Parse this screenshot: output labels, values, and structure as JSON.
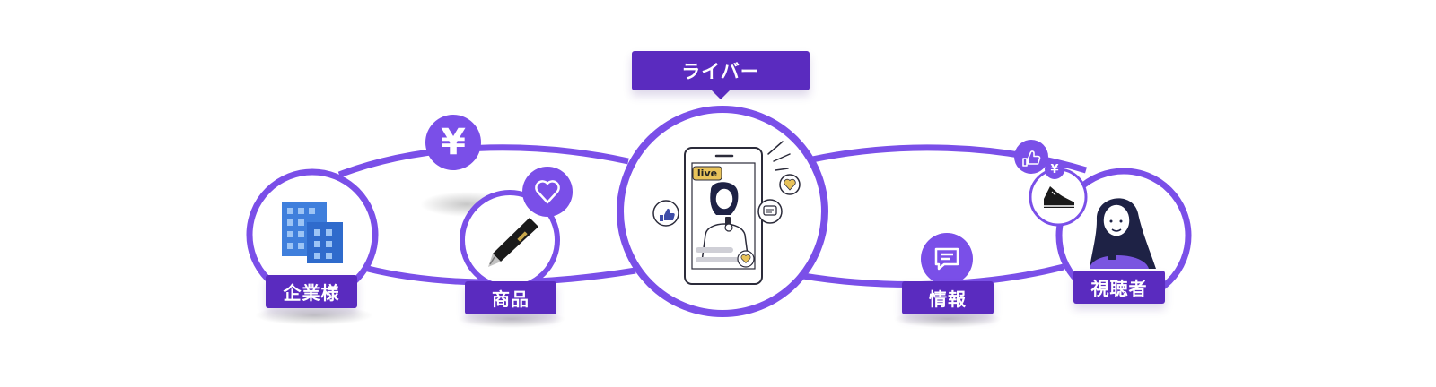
{
  "nodes": {
    "liver": "ライバー",
    "company": "企業様",
    "product": "商品",
    "info": "情報",
    "viewer": "視聴者"
  },
  "badges": {
    "currency": "¥",
    "mini_currency": "¥",
    "live": "live"
  },
  "icons": [
    "yen-icon",
    "heart-icon",
    "chat-icon",
    "thumbs-up-icon",
    "building-icon",
    "pen-icon",
    "shoe-icon",
    "smartphone-icon"
  ],
  "colors": {
    "accent": "#7a4fe8",
    "label_bg": "#5a2bbf",
    "building": "#3f7fdc",
    "live_badge": "#e8c35a"
  }
}
